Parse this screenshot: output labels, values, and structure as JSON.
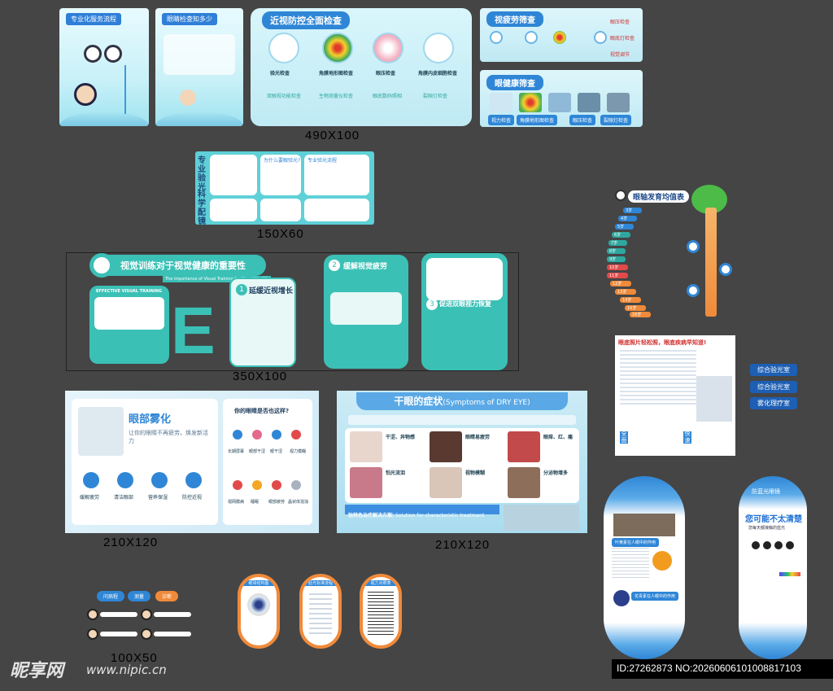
{
  "sizes": {
    "s1": "490X100",
    "s2": "150X60",
    "s3": "350X100",
    "s4": "210X120",
    "s5": "210X120",
    "s6": "100X50"
  },
  "top_row": {
    "p1_tag": "专业化服务流程",
    "p2_tag": "眼睛检查知多少",
    "main_title": "近视防控全面检查",
    "main_items": [
      "验光检查",
      "角膜地形图检查",
      "眼压检查",
      "角膜内皮细胞检查"
    ],
    "main_subitems": [
      "双眼视功能检查",
      "生物测量仪检查",
      "眼底数码照相",
      "裂隙灯检查"
    ],
    "vf_title": "视疲劳筛查",
    "vf_items": [
      "眼压检查",
      "眼底灯检查",
      "视觉调节"
    ],
    "eh_title": "眼健康筛查",
    "eh_items": [
      "视力检查",
      "角膜地形图检查",
      "眼压检查",
      "裂隙灯检查"
    ]
  },
  "pro_panel": {
    "vertical_1": "专业验光",
    "vertical_2": "科学配镜",
    "q1": "为什么要眼验光?",
    "q2": "专业验光流程"
  },
  "training": {
    "title": "视觉训练对于视觉健康的重要性",
    "subtitle": "The importance of Visual Training for Visual Health",
    "effective": "EFFECTIVE VISUAL TRAINING",
    "big_letter": "E",
    "p1": "延缓近视增长",
    "p2": "缓解视觉疲劳",
    "p3": "促进双眼视力恢复",
    "n1": "1",
    "n2": "2",
    "n3": "3"
  },
  "fog": {
    "title": "眼部雾化",
    "desc": "让你的眼睛不再疲劳，焕发新活力",
    "features": [
      "缓解疲劳",
      "清洁眼部",
      "营养保湿",
      "防控近视"
    ],
    "right_title": "你的眼睛是否也这样?",
    "symptoms": [
      "长期屏幕",
      "眼部干涩",
      "眼干涩",
      "视力模糊",
      "视网膜病",
      "睡眠",
      "眼部疲劳",
      "晶状体混浊"
    ]
  },
  "dry_eye": {
    "title": "干眼的症状",
    "title_en": "(Symptoms of DRY EYE)",
    "symptoms": [
      "干涩、异物感",
      "眼睛易疲劳",
      "眼痒、红、痛",
      "怕光流泪",
      "视物模糊",
      "分泌物增多"
    ],
    "solution": "独特色治疗解决方案",
    "solution_en": "| Solution for characteristic treatment"
  },
  "growth_chart": {
    "title": "眼轴发育均值表",
    "ages": [
      "3岁",
      "4岁",
      "5岁",
      "6岁",
      "7岁",
      "8岁",
      "9岁",
      "10岁",
      "11岁",
      "12岁",
      "13岁",
      "14岁",
      "15岁",
      "16岁"
    ]
  },
  "fundus": {
    "title": "眼底照片轻松照，眼底疾病早知道!",
    "badges": [
      "综合验光室",
      "综合验光室",
      "雾化理疗室"
    ],
    "bottom_left": "全面",
    "bottom_right": "快速"
  },
  "oval1": {
    "title1": "叶黄素在人眼中的作用",
    "title2": "花青素在人眼中的作用"
  },
  "oval2": {
    "tag": "防蓝光眼镜",
    "title": "您可能不太清楚",
    "sub": "您每天都接触的蓝光"
  },
  "small_ovals": [
    "眼球结构图",
    "验光标准流程",
    "视力对照表"
  ],
  "flow": [
    "问病程",
    "测量",
    "诊断"
  ],
  "watermark": {
    "logo": "昵享网",
    "url": "www.nipic.cn",
    "id": "ID:27262873 NO:20260606101008817103"
  }
}
